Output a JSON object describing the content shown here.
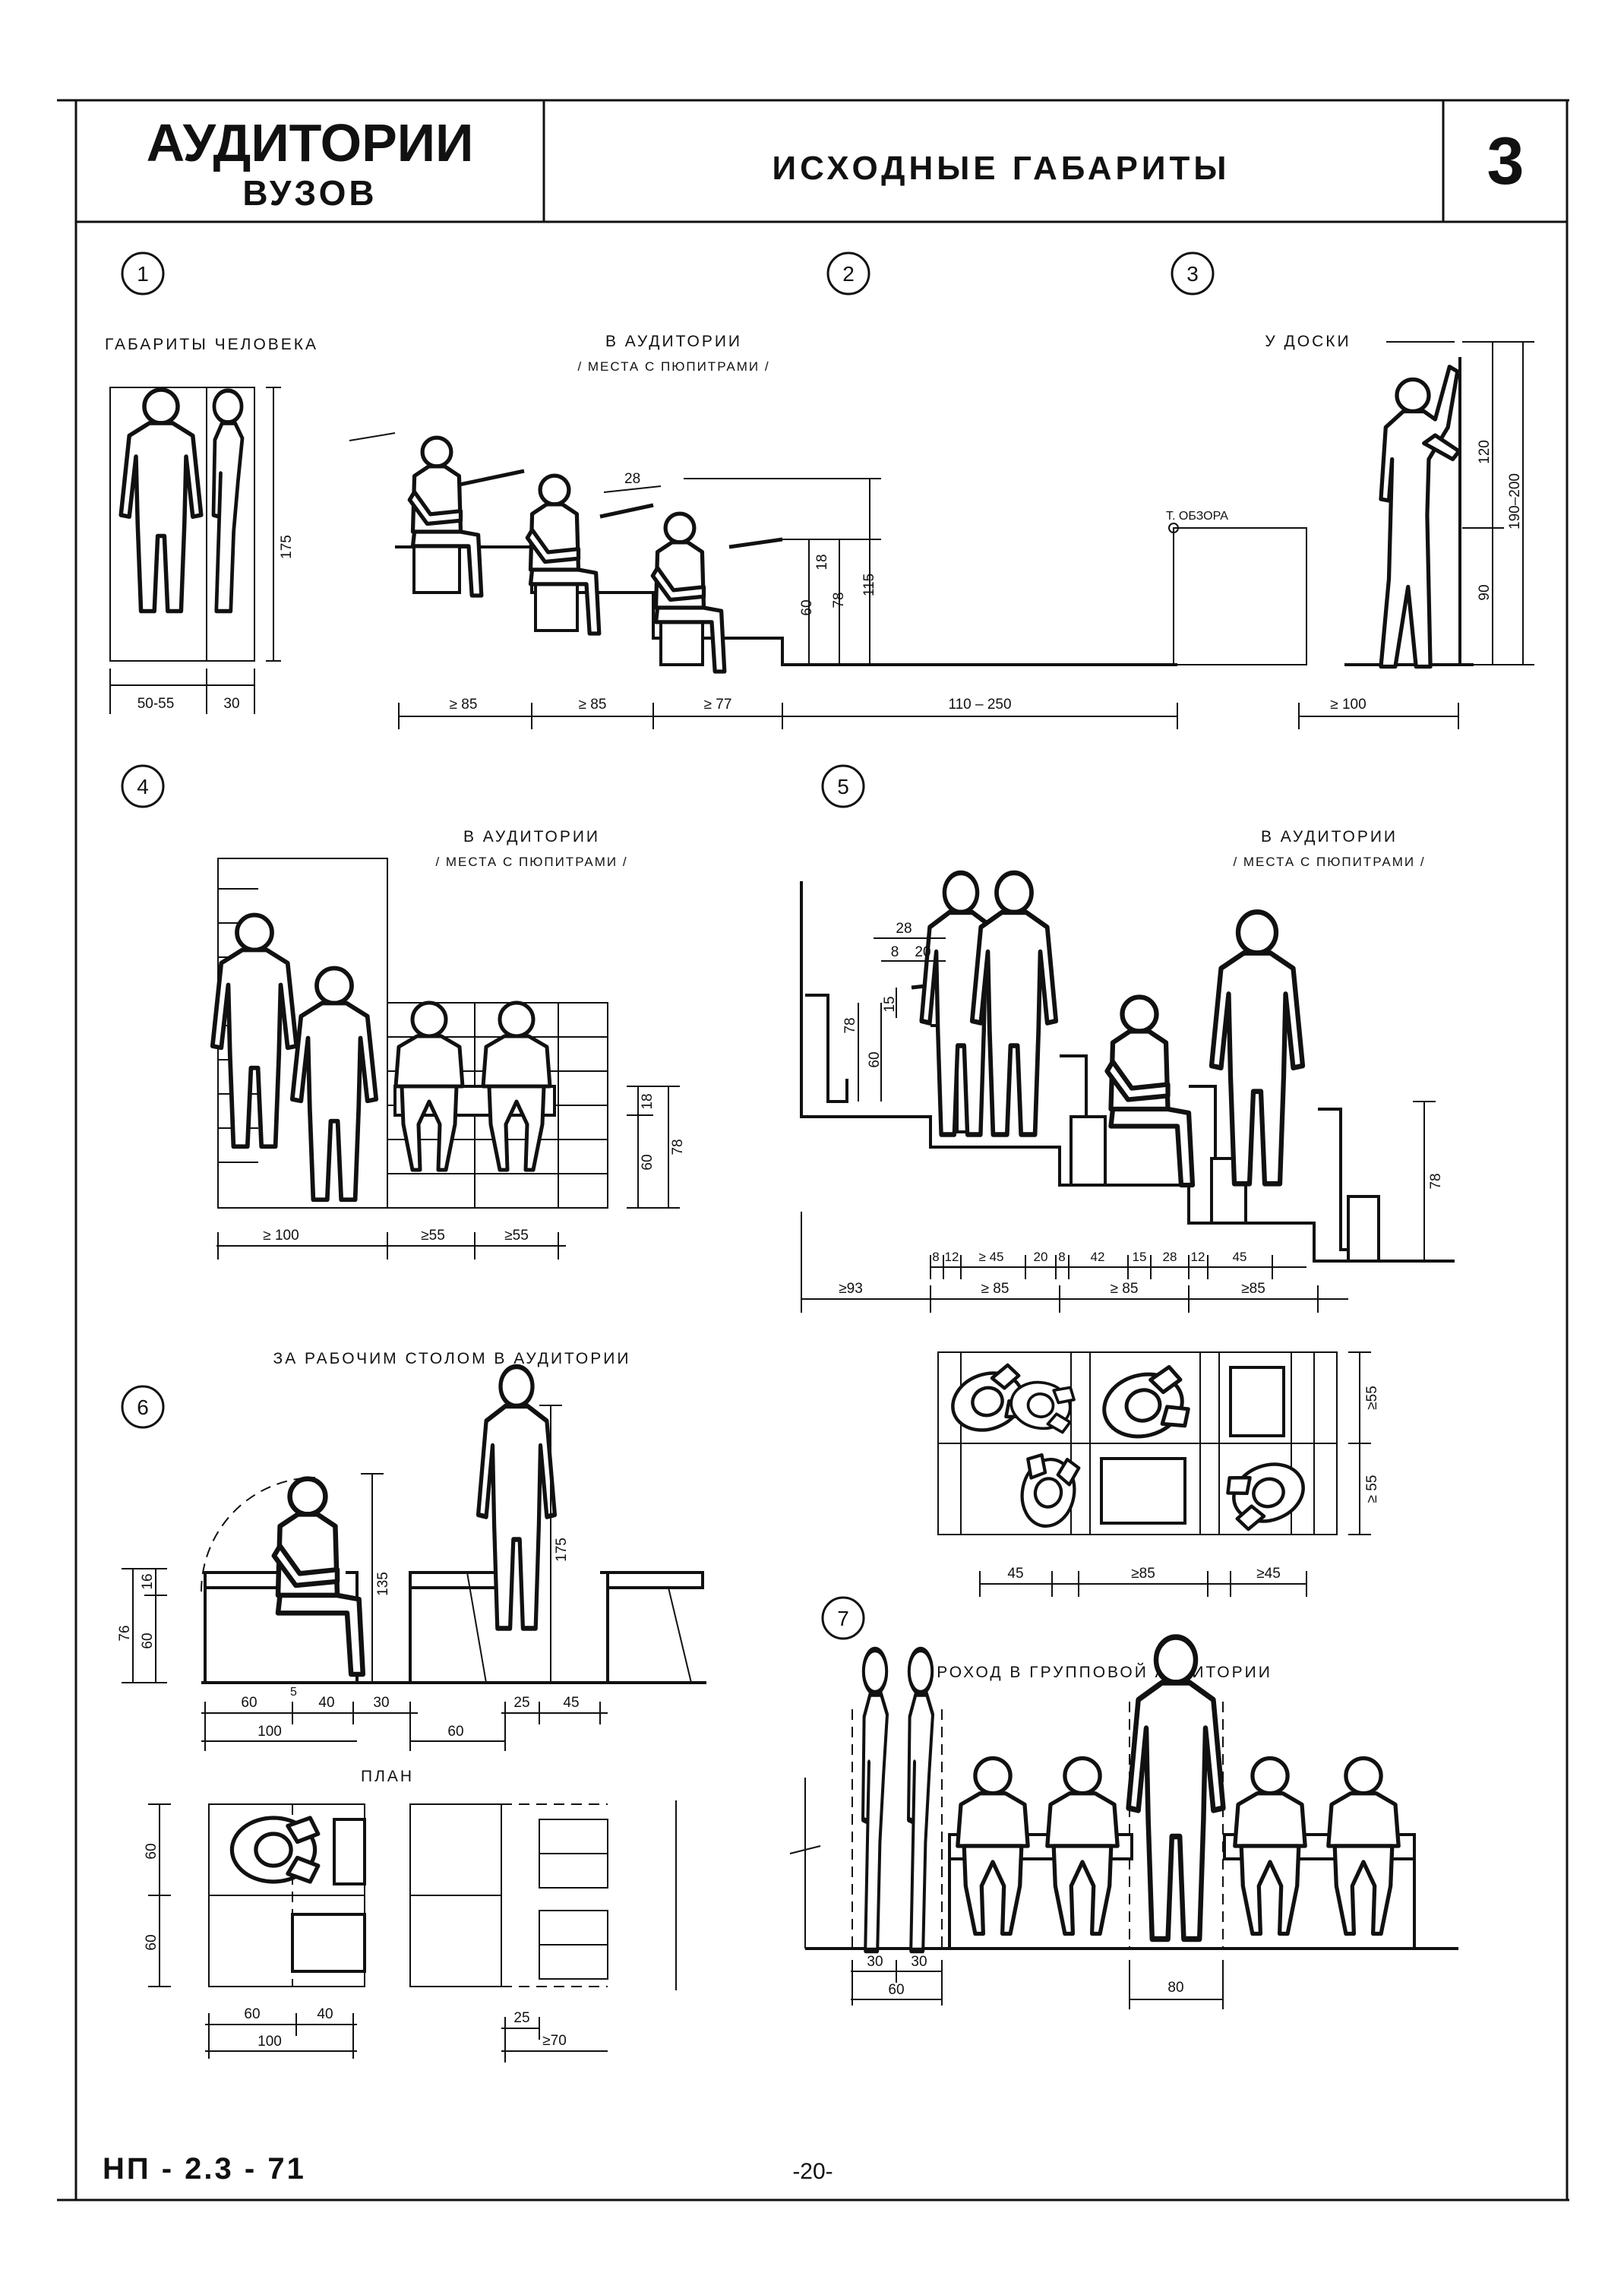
{
  "header": {
    "title": "АУДИТОРИИ",
    "subtitle": "ВУЗОВ",
    "section_title": "ИСХОДНЫЕ ГАБАРИТЫ",
    "sheet_number": "3"
  },
  "footer": {
    "code": "НП - 2.3 - 71",
    "page": "-20-"
  },
  "fig1": {
    "num": "1",
    "title": "ГАБАРИТЫ ЧЕЛОВЕКА",
    "dims": {
      "height": "175",
      "width_front": "50-55",
      "width_side": "30"
    }
  },
  "fig2": {
    "num": "2",
    "title": "В АУДИТОРИИ",
    "subtitle": "/ МЕСТА С ПЮПИТРАМИ /",
    "dims": {
      "desk_depth": "28",
      "d18": "18",
      "d60": "60",
      "d78": "78",
      "d115": "115",
      "row1": "≥ 85",
      "row2": "≥ 85",
      "row3": "≥ 77",
      "gap": "110 – 250"
    }
  },
  "fig3": {
    "num": "3",
    "title": "У ДОСКИ",
    "view_point": "Т. ОБЗОРА",
    "dims": {
      "d120": "120",
      "d90": "90",
      "d190": "190–200",
      "clear": "≥ 100"
    }
  },
  "fig4": {
    "num": "4",
    "title": "В АУДИТОРИИ",
    "subtitle": "/ МЕСТА С ПЮПИТРАМИ /",
    "dims": {
      "d18": "18",
      "d60": "60",
      "d78": "78",
      "aisle": "≥ 100",
      "seat1": "≥55",
      "seat2": "≥55"
    }
  },
  "fig5": {
    "num": "5",
    "title": "В АУДИТОРИИ",
    "subtitle": "/ МЕСТА С ПЮПИТРАМИ /",
    "dims": {
      "d28": "28",
      "d8": "8",
      "d20": "20",
      "d15": "15",
      "d60": "60",
      "d78a": "78",
      "d78b": "78",
      "chain": [
        "8",
        "12",
        "≥ 45",
        "20",
        "8",
        "42",
        "15",
        "28",
        "12",
        "45"
      ],
      "rows": [
        "≥93",
        "≥ 85",
        "≥ 85",
        "≥85"
      ],
      "plan_v1": "≥55",
      "plan_v2": "≥ 55",
      "plan_h": [
        "45",
        "≥85",
        "≥45"
      ]
    }
  },
  "fig6": {
    "num": "6",
    "title": "ЗА РАБОЧИМ СТОЛОМ В АУДИТОРИИ",
    "plan_label": "ПЛАН",
    "dims": {
      "d76": "76",
      "d16": "16",
      "d60": "60",
      "d135": "135",
      "d175": "175",
      "d5": "5",
      "h60": "60",
      "h40": "40",
      "h30": "30",
      "h100": "100",
      "h25": "25",
      "h45": "45",
      "h60b": "60",
      "p60a": "60",
      "p60b": "60",
      "p60": "60",
      "p40": "40",
      "p100": "100",
      "p25": "25",
      "p70": "≥70"
    }
  },
  "fig7": {
    "num": "7",
    "title": "ПРОХОД В ГРУППОВОЙ АУДИТОРИИ",
    "dims": {
      "d30a": "30",
      "d30b": "30",
      "d60": "60",
      "d80": "80"
    }
  }
}
